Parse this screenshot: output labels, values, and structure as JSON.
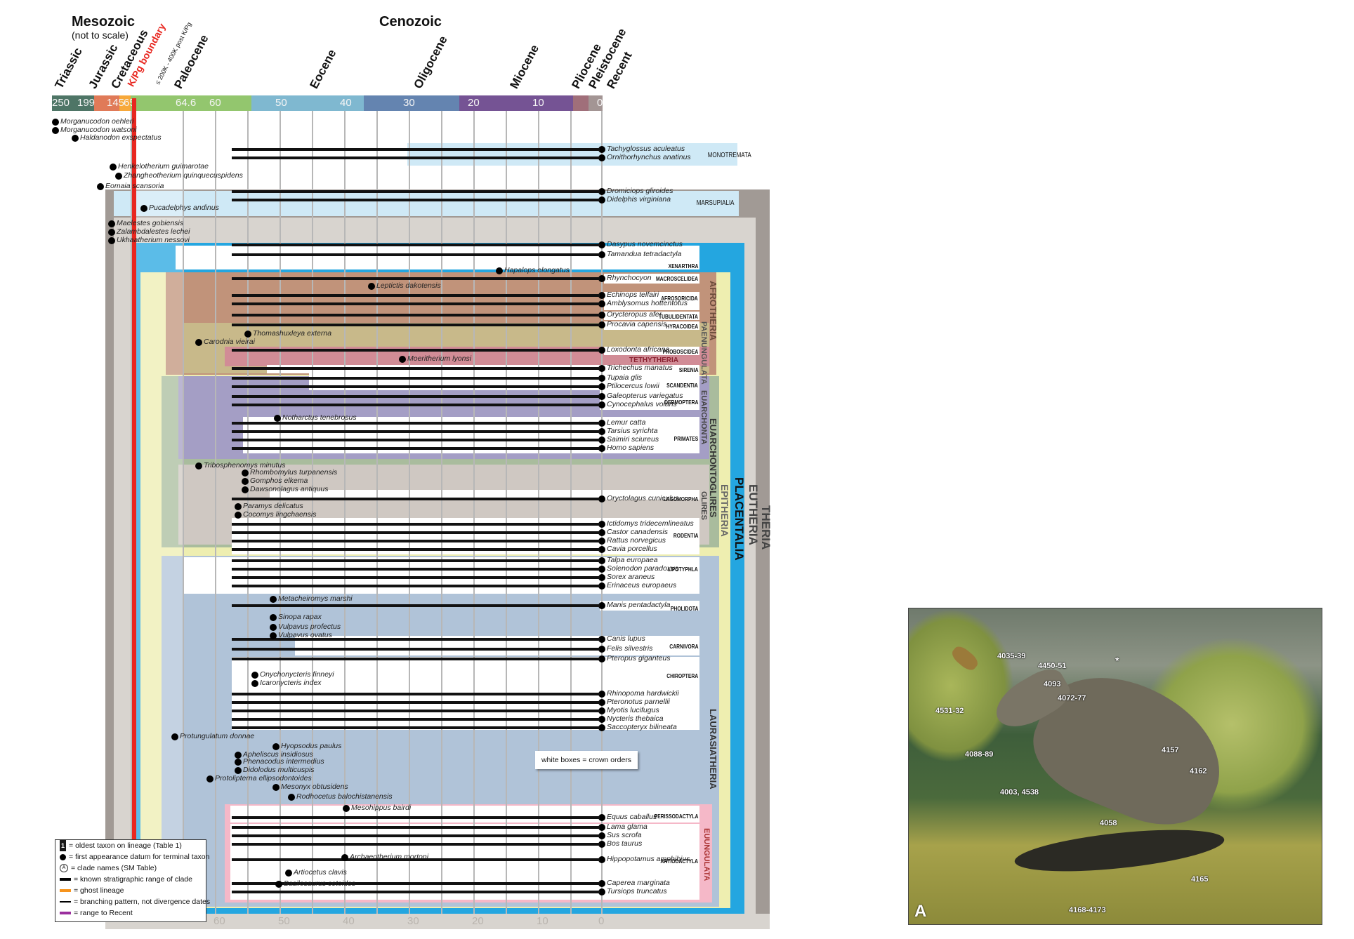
{
  "header": {
    "mesozoic": "Mesozoic",
    "mesozoic_note": "(not to scale)",
    "cenozoic": "Cenozoic",
    "kpg": "K/Pg boundary",
    "post_kpg": "≤ 200K - 400K post K/Pg",
    "periods": [
      "Triassic",
      "Jurassic",
      "Cretaceous",
      "Paleocene",
      "Eocene",
      "Oligocene",
      "Miocene",
      "Pliocene",
      "Pleistocene",
      "Recent"
    ],
    "time_ticks": [
      "250",
      "199",
      "145",
      "65",
      "64.6",
      "60",
      "50",
      "40",
      "30",
      "20",
      "10",
      "0"
    ],
    "bottom_ticks": [
      "60",
      "50",
      "40",
      "30",
      "20",
      "10",
      "0"
    ]
  },
  "colors": {
    "triassic": "#4e7566",
    "jurassic": "#e07a58",
    "cretaceous": "#f7a83a",
    "paleocene": "#93c66e",
    "eocene": "#7fb8d0",
    "oligocene": "#6484b0",
    "miocene": "#755394",
    "pliocene": "#a06f7a",
    "recent": "#a39594",
    "kpg_red": "#e8261f",
    "ghost": "#f7941d",
    "range_recent": "#9b2f9e",
    "theria": "#a19a95",
    "eutheria": "#d8d4cf",
    "placentalia": "#24a6e0",
    "epitheria": "#eeeeb0",
    "afrotheria": "#c1937a",
    "paenungulata": "#c8b98a",
    "tethytheria": "#d18c96",
    "euarchontoglires": "#a9bc9d",
    "euarchonta": "#a49ec5",
    "glires": "#cfc8c2",
    "laurasiatheria": "#b0c3d8",
    "euungulata": "#f5b8c8",
    "marsupialia": "#cfe9f6",
    "monotremata": "#cfe9f6"
  },
  "clade_labels": {
    "theria": "THERIA",
    "eutheria": "EUTHERIA",
    "placentalia": "PLACENTALIA",
    "epitheria": "EPITHERIA",
    "afrotheria": "AFROTHERIA",
    "paenungulata": "PAENUNGULATA",
    "tethytheria": "TETHYTHERIA",
    "euarchontoglires": "EUARCHONTOGLIRES",
    "euarchonta": "EUARCHONTA",
    "glires": "GLIRES",
    "laurasiatheria": "LAURASIATHERIA",
    "euungulata": "EUUNGULATA",
    "monotremata": "MONOTREMATA",
    "marsupialia": "MARSUPIALIA"
  },
  "orders": [
    "XENARTHRA",
    "MACROSCELIDEA",
    "AFROSORICIDA",
    "TUBULIDENTATA",
    "HYRACOIDEA",
    "PROBOSCIDEA",
    "SIRENIA",
    "SCANDENTIA",
    "DERMOPTERA",
    "PRIMATES",
    "LAGOMORPHA",
    "RODENTIA",
    "LIPOTYPHLA",
    "PHOLIDOTA",
    "CARNIVORA",
    "CHIROPTERA",
    "PERISSODACTYLA",
    "ARTIODACTYLA"
  ],
  "extant_taxa": [
    "Tachyglossus aculeatus",
    "Ornithorhynchus anatinus",
    "Dromiciops gliroides",
    "Didelphis virginiana",
    "Dasypus novemcinctus",
    "Tamandua tetradactyla",
    "Rhynchocyon",
    "Echinops telfairi",
    "Amblysomus hottentotus",
    "Orycteropus afer",
    "Procavia capensis",
    "Loxodonta africana",
    "Trichechus manatus",
    "Tupaia glis",
    "Ptilocercus lowii",
    "Galeopterus variegatus",
    "Cynocephalus volans",
    "Lemur catta",
    "Tarsius syrichta",
    "Saimiri sciureus",
    "Homo sapiens",
    "Oryctolagus cuniculus",
    "Ictidomys tridecemlineatus",
    "Castor canadensis",
    "Rattus norvegicus",
    "Cavia porcellus",
    "Talpa europaea",
    "Solenodon paradoxus",
    "Sorex araneus",
    "Erinaceus europaeus",
    "Manis pentadactyla",
    "Canis lupus",
    "Felis silvestris",
    "Pteropus giganteus",
    "Rhinopoma hardwickii",
    "Pteronotus parnellii",
    "Myotis lucifugus",
    "Nycteris thebaica",
    "Saccopteryx bilineata",
    "Equus caballus",
    "Lama glama",
    "Sus scrofa",
    "Bos taurus",
    "Hippopotamus amphibius",
    "Caperea marginata",
    "Tursiops truncatus"
  ],
  "fossil_taxa": [
    "Morganucodon oehleri",
    "Morganucodon watsoni",
    "Haldanodon exspectatus",
    "Henkelotherium guimarotae",
    "Zhangheotherium quinquecuspidens",
    "Eomaia scansoria",
    "Pucadelphys andinus",
    "Maelestes gobiensis",
    "Zalambdalestes lechei",
    "Ukhaatherium nessovi",
    "Hapalops elongatus",
    "Leptictis dakotensis",
    "Thomashuxleya externa",
    "Carodnia vieirai",
    "Moeritherium lyonsi",
    "Notharctus tenebrosus",
    "Tribosphenomys minutus",
    "Rhombomylus turpanensis",
    "Gomphos elkema",
    "Dawsonolagus antiquus",
    "Paramys delicatus",
    "Cocomys lingchaensis",
    "Metacheiromys marshi",
    "Sinopa rapax",
    "Vulpavus profectus",
    "Vulpavus ovatus",
    "Onychonycteris finneyi",
    "Icaronycteris index",
    "Protungulatum donnae",
    "Hyopsodus paulus",
    "Apheliscus insidiosus",
    "Phenacodus intermedius",
    "Didolodus multicuspis",
    "Protolipterna ellipsodontoides",
    "Mesonyx obtusidens",
    "Rodhocetus balochistanensis",
    "Mesohippus bairdi",
    "Archaeotherium mortoni",
    "Artiocetus clavis",
    "Basilosaurus cetoides"
  ],
  "legend": {
    "items": [
      "= oldest taxon on lineage (Table 1)",
      "= first appearance datum for terminal taxon",
      "= clade names (SM Table)",
      "= known stratigraphic range of clade",
      "= ghost lineage",
      "= branching pattern, not divergence dates",
      "= range to Recent"
    ],
    "node_example": "1",
    "clade_example": "A"
  },
  "note": "white boxes = crown orders",
  "illustration": {
    "panel_label": "A",
    "callouts": [
      "4035-39",
      "4450-51",
      "4093",
      "4072-77",
      "4531-32",
      "4088-89",
      "4003, 4538",
      "4157",
      "4162",
      "4058",
      "4165",
      "4168-4173",
      "*"
    ]
  }
}
